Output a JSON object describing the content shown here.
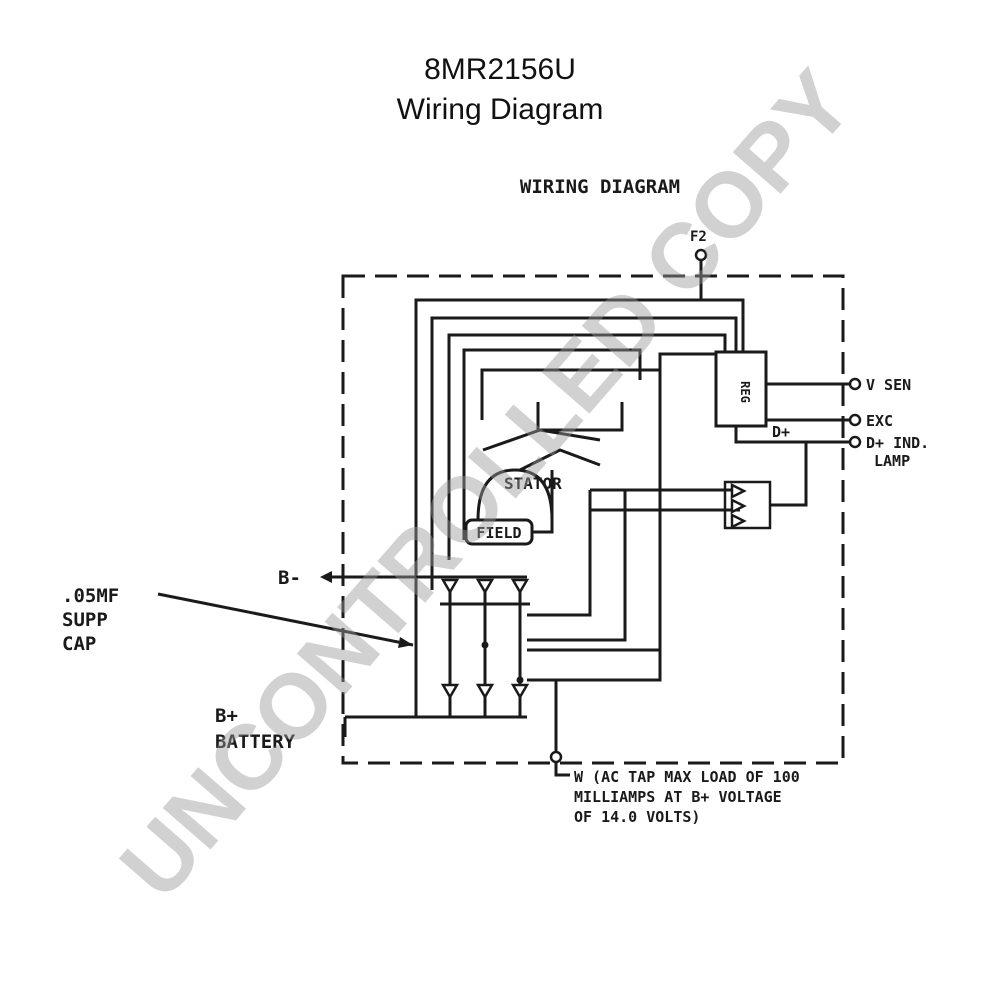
{
  "header": {
    "part_number": "8MR2156U",
    "subtitle": "Wiring Diagram"
  },
  "diagram": {
    "title": "WIRING DIAGRAM",
    "terminals": {
      "f2": "F2",
      "v_sen": "V SEN",
      "exc": "EXC",
      "d_plus": "D+",
      "d_plus_ind": "D+ IND.",
      "lamp": "LAMP",
      "b_minus": "B-",
      "b_plus": "B+",
      "battery": "BATTERY",
      "w_tap": "W (AC TAP MAX LOAD OF 100",
      "w_tap_2": "MILLIAMPS AT B+ VOLTAGE",
      "w_tap_3": "OF 14.0 VOLTS)"
    },
    "components": {
      "regulator": "REG",
      "stator": "STATOR",
      "field": "FIELD",
      "cap_1": ".05MF",
      "cap_2": "SUPP",
      "cap_3": "CAP"
    },
    "watermark": "UNCONTROLLED COPY"
  }
}
